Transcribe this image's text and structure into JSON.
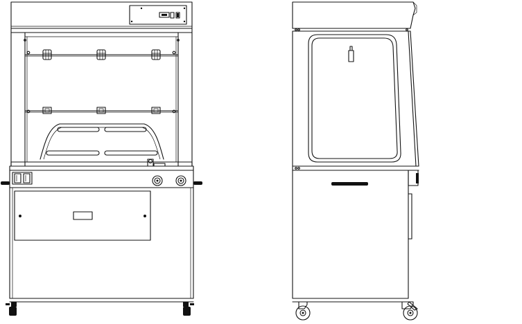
{
  "figure": {
    "views": [
      {
        "id": "front",
        "name": "front-view"
      },
      {
        "id": "side",
        "name": "side-view"
      }
    ],
    "colors": {
      "line": "#111111",
      "background": "#ffffff"
    }
  }
}
